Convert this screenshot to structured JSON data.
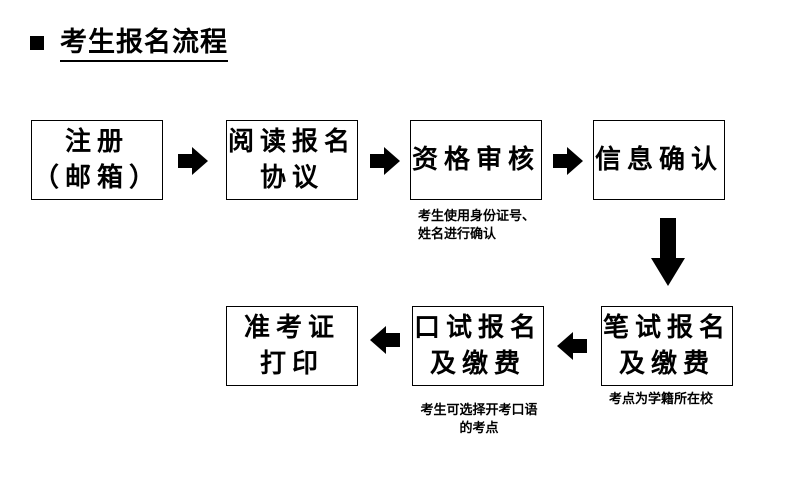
{
  "header": {
    "title": "考生报名流程"
  },
  "steps": [
    {
      "lines": [
        "注册",
        "（邮箱）"
      ]
    },
    {
      "lines": [
        "阅读报名",
        "协议"
      ]
    },
    {
      "lines": [
        "资格审核"
      ]
    },
    {
      "lines": [
        "信息确认"
      ]
    },
    {
      "lines": [
        "笔试报名",
        "及缴费"
      ]
    },
    {
      "lines": [
        "口试报名",
        "及缴费"
      ]
    },
    {
      "lines": [
        "准考证",
        "打印"
      ]
    }
  ],
  "notes": {
    "qualification": [
      "考生使用身份证号、",
      "姓名进行确认"
    ],
    "written": [
      "考点为学籍所在校"
    ],
    "oral": [
      "考生可选择开考口语",
      "的考点"
    ]
  }
}
